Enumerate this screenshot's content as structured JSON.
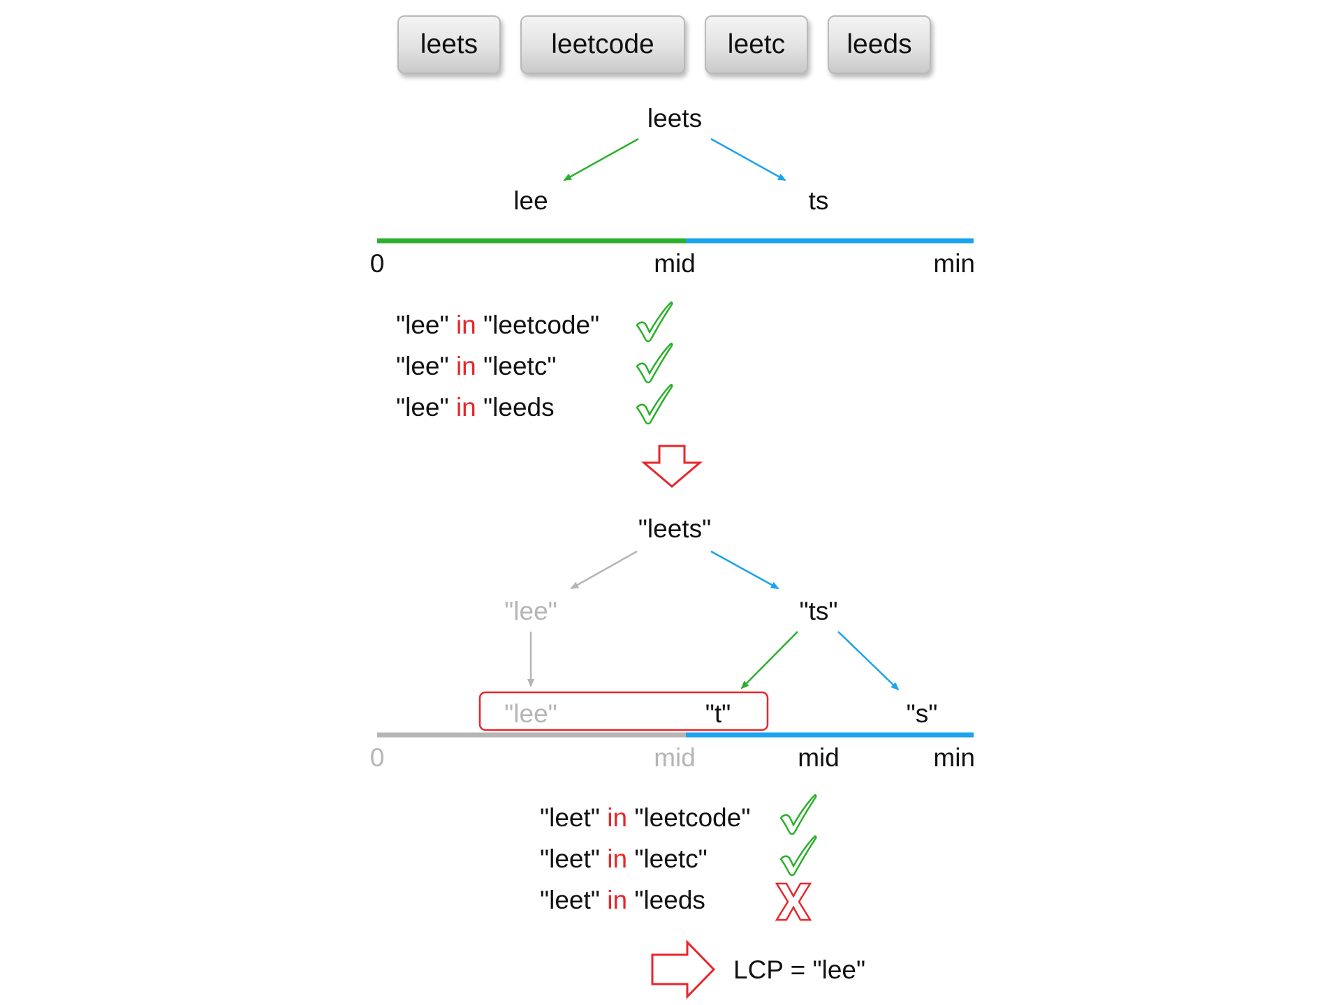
{
  "words": [
    "leets",
    "leetcode",
    "leetc",
    "leeds"
  ],
  "step1": {
    "root": "leets",
    "left": "lee",
    "right": "ts",
    "axis": [
      "0",
      "mid",
      "min"
    ],
    "checks": [
      {
        "lhs": "\"lee\"",
        "op": "in",
        "rhs": "\"leetcode\"",
        "result": "check"
      },
      {
        "lhs": "\"lee\"",
        "op": "in",
        "rhs": "\"leetc\"",
        "result": "check"
      },
      {
        "lhs": "\"lee\"",
        "op": "in",
        "rhs": "\"leeds",
        "result": "check"
      }
    ]
  },
  "step2": {
    "root": "\"leets\"",
    "left": "\"lee\"",
    "right": "\"ts\"",
    "box_left": "\"lee\"",
    "box_right": "\"t\"",
    "leaf_right": "\"s\"",
    "axis": [
      "0",
      "mid",
      "mid",
      "min"
    ],
    "checks": [
      {
        "lhs": "\"leet\"",
        "op": "in",
        "rhs": "\"leetcode\"",
        "result": "check"
      },
      {
        "lhs": "\"leet\"",
        "op": "in",
        "rhs": "\"leetc\"",
        "result": "check"
      },
      {
        "lhs": "\"leet\"",
        "op": "in",
        "rhs": "\"leeds",
        "result": "cross"
      }
    ]
  },
  "conclusion": "LCP = \"lee\"",
  "colors": {
    "green": "#2bb02b",
    "blue": "#1aa3ee",
    "gray": "#b5b5b5",
    "red": "#e8262b",
    "text": "#111111"
  }
}
